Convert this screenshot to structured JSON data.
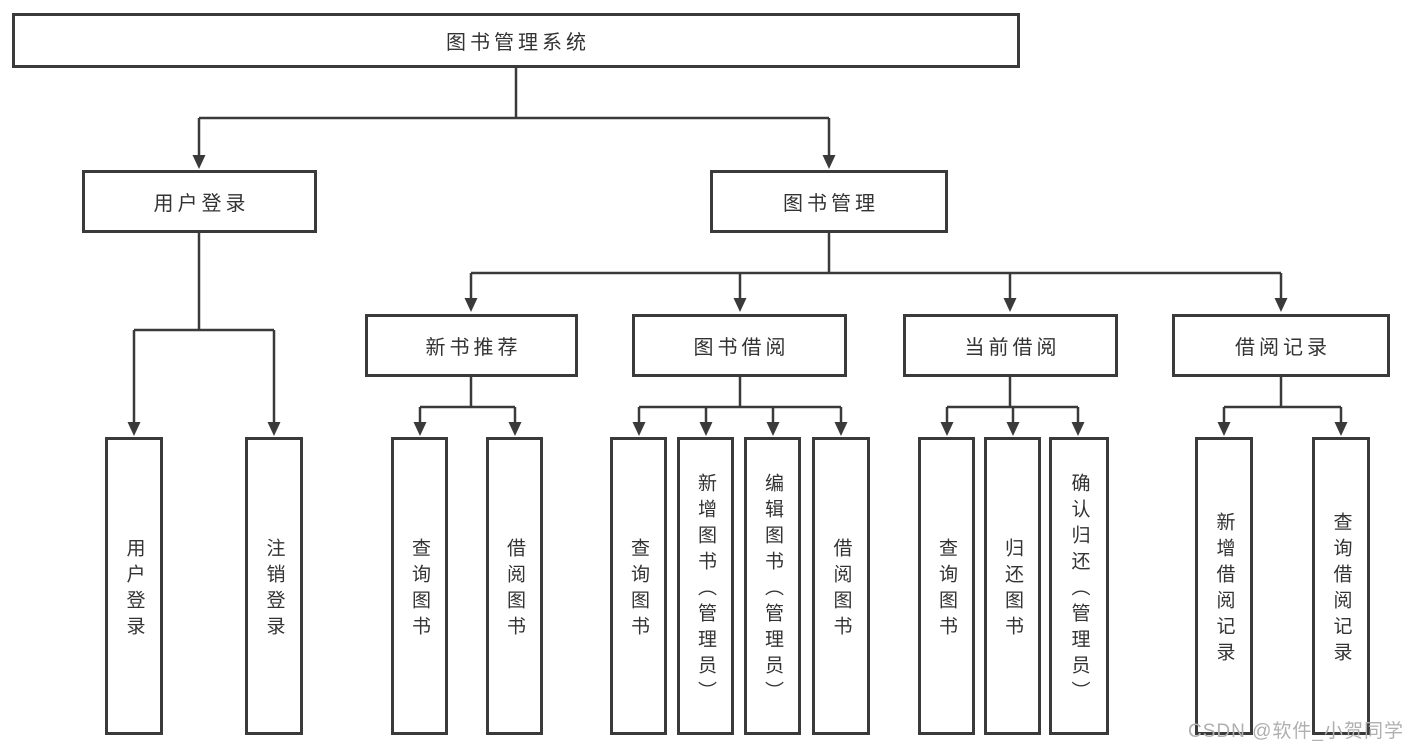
{
  "diagram": {
    "root": {
      "label": "图书管理系统"
    },
    "branches": [
      {
        "label": "用户登录",
        "children": [
          {
            "label": "用户登录"
          },
          {
            "label": "注销登录"
          }
        ]
      },
      {
        "label": "图书管理",
        "sections": [
          {
            "label": "新书推荐",
            "children": [
              {
                "label": "查询图书"
              },
              {
                "label": "借阅图书"
              }
            ]
          },
          {
            "label": "图书借阅",
            "children": [
              {
                "label": "查询图书"
              },
              {
                "label": "新增图书（管理员）"
              },
              {
                "label": "编辑图书（管理员）"
              },
              {
                "label": "借阅图书"
              }
            ]
          },
          {
            "label": "当前借阅",
            "children": [
              {
                "label": "查询图书"
              },
              {
                "label": "归还图书"
              },
              {
                "label": "确认归还（管理员）"
              }
            ]
          },
          {
            "label": "借阅记录",
            "children": [
              {
                "label": "新增借阅记录"
              },
              {
                "label": "查询借阅记录"
              }
            ]
          }
        ]
      }
    ]
  },
  "watermark": {
    "text": "CSDN @软件_小贺同学"
  },
  "colors": {
    "line": "#3a3a3a",
    "box_border": "#3a3a3a",
    "text": "#333333",
    "background": "#ffffff",
    "watermark": "#b0b0b0"
  }
}
